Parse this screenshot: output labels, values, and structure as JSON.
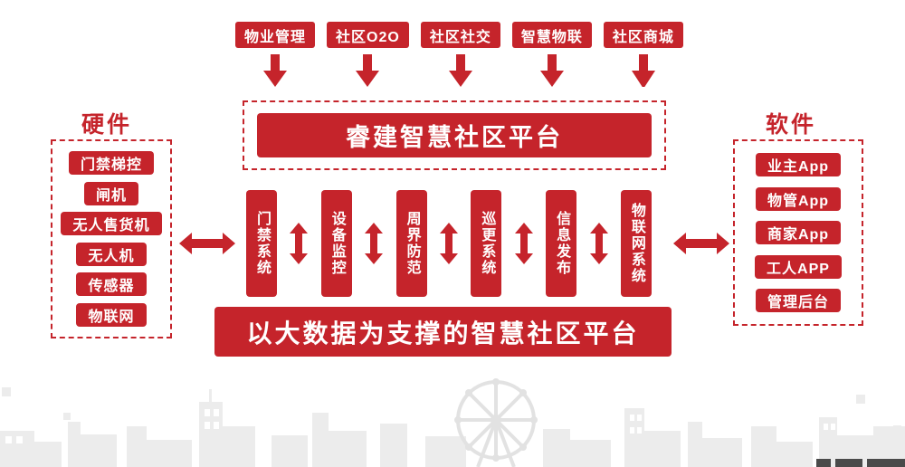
{
  "colors": {
    "primary_red": "#c5242b",
    "skyline_gray": "#ececec"
  },
  "top_modules": [
    "物业管理",
    "社区O2O",
    "社区社交",
    "智慧物联",
    "社区商城"
  ],
  "platform": {
    "title": "睿建智慧社区平台"
  },
  "hardware": {
    "title": "硬件",
    "items": [
      "门禁梯控",
      "闸机",
      "无人售货机",
      "无人机",
      "传感器",
      "物联网"
    ]
  },
  "software": {
    "title": "软件",
    "items": [
      "业主App",
      "物管App",
      "商家App",
      "工人APP",
      "管理后台"
    ]
  },
  "systems": [
    "门禁系统",
    "设备监控",
    "周界防范",
    "巡更系统",
    "信息发布",
    "物联网系统"
  ],
  "bottom_banner": {
    "title": "以大数据为支撑的智慧社区平台"
  }
}
